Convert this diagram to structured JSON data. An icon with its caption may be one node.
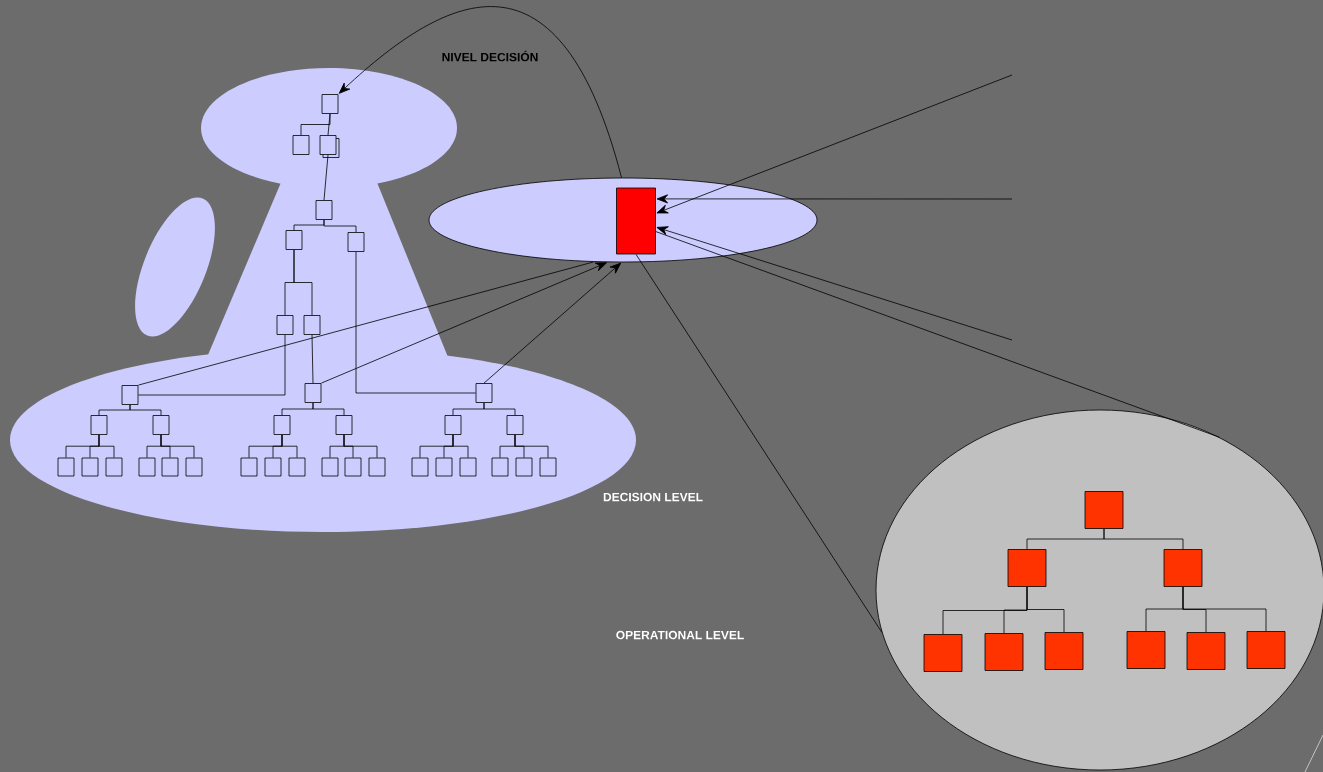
{
  "diagram": {
    "nodes": [
      {
        "text": [],
        "shape": "box"
      },
      {
        "text": [],
        "shape": "box"
      },
      {
        "text": [],
        "shape": "box"
      },
      {
        "text": [],
        "shape": "box"
      },
      {
        "text": [],
        "shape": "box"
      },
      {
        "text": [],
        "shape": "box"
      },
      {
        "text": [],
        "shape": "box"
      },
      {
        "text": [],
        "shape": "box"
      },
      {
        "text": [],
        "shape": "box"
      },
      {
        "text": [],
        "shape": "box"
      },
      {
        "text": [],
        "shape": "box"
      },
      {
        "text": [],
        "shape": "box"
      },
      {
        "text": [],
        "shape": "box"
      },
      {
        "text": [],
        "shape": "box"
      },
      {
        "text": [],
        "shape": "box"
      },
      {
        "text": [],
        "shape": "box"
      },
      {
        "text": [],
        "shape": "box"
      },
      {
        "text": [],
        "shape": "box"
      },
      {
        "text": [],
        "shape": "box"
      },
      {
        "text": [],
        "shape": "box"
      },
      {
        "text": [],
        "shape": "box"
      },
      {
        "text": [],
        "shape": "box"
      },
      {
        "text": [],
        "shape": "box"
      },
      {
        "text": [],
        "shape": "box"
      },
      {
        "text": [],
        "shape": "box"
      },
      {
        "text": [],
        "shape": "box"
      },
      {
        "text": [],
        "shape": "box"
      },
      {
        "text": [],
        "shape": "box"
      },
      {
        "text": [],
        "shape": "box"
      },
      {
        "text": [],
        "shape": "box"
      },
      {
        "text": [],
        "shape": "box"
      },
      {
        "text": [],
        "shape": "box"
      },
      {
        "text": [],
        "shape": "box"
      },
      {
        "text": [],
        "shape": "box"
      },
      {
        "text": [],
        "shape": "box"
      },
      {
        "text": [],
        "shape": "ellipse"
      },
      {
        "text": [],
        "shape": "box",
        "in": 35
      },
      {
        "text": [],
        "shape": "ellipse"
      },
      {
        "text": [],
        "shape": "box",
        "in": 37
      },
      {
        "text": [],
        "shape": "box",
        "in": 37
      },
      {
        "text": [],
        "shape": "box",
        "in": 37
      },
      {
        "text": [],
        "shape": "box",
        "in": 37
      },
      {
        "text": [],
        "shape": "box",
        "in": 37
      },
      {
        "text": [],
        "shape": "box",
        "in": 37
      },
      {
        "text": [],
        "shape": "box",
        "in": 37
      },
      {
        "text": [],
        "shape": "box",
        "in": 37
      },
      {
        "text": [],
        "shape": "box",
        "in": 37
      }
    ],
    "edges": [
      {
        "from": 0,
        "to": 1,
        "arrow": "none"
      },
      {
        "from": 0,
        "to": 2,
        "arrow": "none"
      },
      {
        "from": 2,
        "to": 3,
        "arrow": "none"
      },
      {
        "from": 3,
        "to": 4,
        "arrow": "none"
      },
      {
        "from": 3,
        "to": 5,
        "arrow": "none"
      },
      {
        "from": 4,
        "to": 6,
        "arrow": "none"
      },
      {
        "from": 4,
        "to": 7,
        "arrow": "none"
      },
      {
        "from": 6,
        "to": 8,
        "arrow": "none"
      },
      {
        "from": 7,
        "to": 9,
        "arrow": "none"
      },
      {
        "from": 5,
        "to": 10,
        "arrow": "none"
      },
      {
        "from": 8,
        "to": 11,
        "arrow": "none"
      },
      {
        "from": 8,
        "to": 12,
        "arrow": "none"
      },
      {
        "from": 9,
        "to": 13,
        "arrow": "none"
      },
      {
        "from": 9,
        "to": 14,
        "arrow": "none"
      },
      {
        "from": 10,
        "to": 15,
        "arrow": "none"
      },
      {
        "from": 10,
        "to": 16,
        "arrow": "none"
      },
      {
        "from": 11,
        "to": 17,
        "arrow": "none"
      },
      {
        "from": 11,
        "to": 18,
        "arrow": "none"
      },
      {
        "from": 11,
        "to": 19,
        "arrow": "none"
      },
      {
        "from": 12,
        "to": 20,
        "arrow": "none"
      },
      {
        "from": 12,
        "to": 21,
        "arrow": "none"
      },
      {
        "from": 12,
        "to": 22,
        "arrow": "none"
      },
      {
        "from": 13,
        "to": 23,
        "arrow": "none"
      },
      {
        "from": 13,
        "to": 24,
        "arrow": "none"
      },
      {
        "from": 13,
        "to": 25,
        "arrow": "none"
      },
      {
        "from": 14,
        "to": 26,
        "arrow": "none"
      },
      {
        "from": 14,
        "to": 27,
        "arrow": "none"
      },
      {
        "from": 14,
        "to": 28,
        "arrow": "none"
      },
      {
        "from": 15,
        "to": 29,
        "arrow": "none"
      },
      {
        "from": 15,
        "to": 30,
        "arrow": "none"
      },
      {
        "from": 15,
        "to": 31,
        "arrow": "none"
      },
      {
        "from": 16,
        "to": 32,
        "arrow": "none"
      },
      {
        "from": 16,
        "to": 33,
        "arrow": "none"
      },
      {
        "from": 16,
        "to": 34,
        "arrow": "none"
      },
      {
        "from": 38,
        "to": 39,
        "arrow": "none"
      },
      {
        "from": 38,
        "to": 40,
        "arrow": "none"
      },
      {
        "from": 39,
        "to": 41,
        "arrow": "none"
      },
      {
        "from": 39,
        "to": 42,
        "arrow": "none"
      },
      {
        "from": 39,
        "to": 43,
        "arrow": "none"
      },
      {
        "from": 40,
        "to": 44,
        "arrow": "none"
      },
      {
        "from": 40,
        "to": 45,
        "arrow": "none"
      },
      {
        "from": 40,
        "to": 46,
        "arrow": "none"
      },
      {
        "from": 8,
        "to": 35,
        "arrow": "none"
      },
      {
        "from": 9,
        "to": 35,
        "arrow": "to"
      },
      {
        "from": 10,
        "to": 35,
        "arrow": "to"
      },
      {
        "from": 35,
        "to": 0,
        "arrow": "to"
      },
      {
        "from": null,
        "to": 36,
        "arrow": "to"
      },
      {
        "from": null,
        "to": 36,
        "arrow": "to"
      },
      {
        "from": null,
        "to": 36,
        "arrow": "to"
      },
      {
        "from": 37,
        "to": 36,
        "arrow": "none"
      },
      {
        "from": 36,
        "to": 37,
        "arrow": "none"
      }
    ],
    "labels": [
      "NIVEL DECISIÓN",
      "DECISION LEVEL",
      "OPERATIONAL LEVEL"
    ]
  }
}
